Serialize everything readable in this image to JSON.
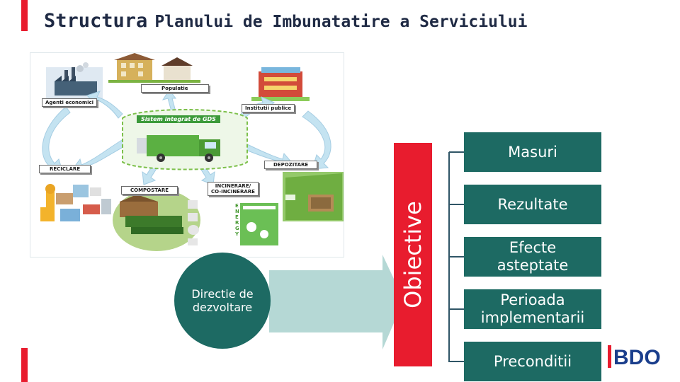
{
  "title": {
    "part1": "Structura",
    "part2": "Planului de Imbunatatire a Serviciului"
  },
  "illustration": {
    "labels": {
      "agents": "Agenti economici",
      "population": "Populatie",
      "institutions": "Institutii publice",
      "integrated_system": "Sistem integrat de GDS",
      "recycling": "RECICLARE",
      "composting": "COMPOSTARE",
      "incineration_line1": "INCINERARE/",
      "incineration_line2": "CO-INCINERARE",
      "landfill": "DEPOZITARE",
      "energy": "ENERGY"
    }
  },
  "circle": {
    "label": "Directie de dezvoltare"
  },
  "objectives": {
    "label": "Obiective",
    "items": [
      "Masuri",
      "Rezultate",
      "Efecte asteptate",
      "Perioada implementarii",
      "Preconditii"
    ]
  },
  "logo": {
    "text": "BDO"
  },
  "colors": {
    "accent": "#e81c2e",
    "box": "#1d6a63",
    "arrow": "#b5d8d5",
    "title": "#1f2a44",
    "logo_blue": "#1a3e8c"
  }
}
